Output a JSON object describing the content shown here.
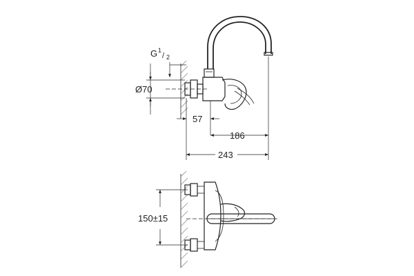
{
  "drawing": {
    "top_view": {
      "thread_label": "G",
      "thread_sup": "1",
      "thread_sub": "2",
      "diameter_label": "Ø70",
      "offset_dim": "57",
      "spout_dim": "186",
      "total_dim": "243"
    },
    "front_view": {
      "spacing_dim": "150±15"
    }
  }
}
